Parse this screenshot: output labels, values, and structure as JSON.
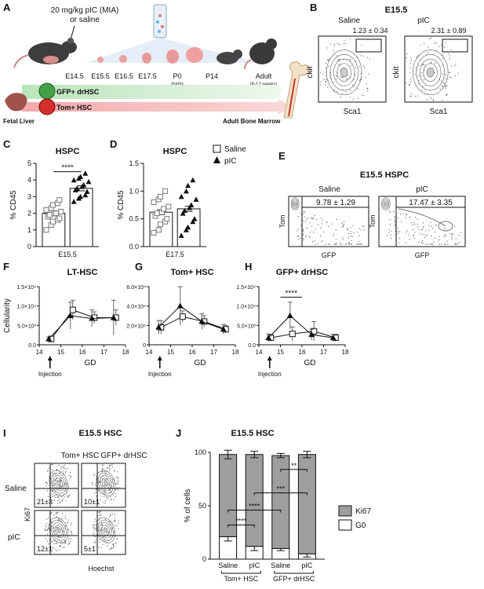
{
  "panels": {
    "A": "A",
    "B": "B",
    "C": "C",
    "D": "D",
    "E": "E",
    "F": "F",
    "G": "G",
    "H": "H",
    "I": "I",
    "J": "J"
  },
  "schematic": {
    "dose_line1": "20 mg/kg pIC (MIA)",
    "dose_line2": "or saline",
    "stages": [
      "E14.5",
      "E15.5",
      "E16.5",
      "E17.5",
      "P0",
      "P14",
      "Adult"
    ],
    "p0_note": "(birth)",
    "adult_note": "(8-12 weeks)",
    "lane_gfp": "GFP+ drHSC",
    "lane_tom": "Tom+ HSC",
    "fetal_liver": "Fetal Liver",
    "adult_marrow": "Adult Bone Marrow",
    "colors": {
      "gfp": "#4caf50",
      "tom": "#e53935",
      "gfp_band": "#cdeccd",
      "tom_band": "#f4b8b8"
    }
  },
  "panel_b": {
    "title": "E15.5",
    "plots": [
      {
        "label": "Saline",
        "gate_value": "1.23 ± 0.34"
      },
      {
        "label": "pIC",
        "gate_value": "2.31 ± 0.89"
      }
    ],
    "ylabel": "ckit",
    "xlabel": "Sca1"
  },
  "panel_e": {
    "title": "E15.5 HSPC",
    "plots": [
      {
        "label": "Saline",
        "gate_value": "9.78 ± 1.29"
      },
      {
        "label": "pIC",
        "gate_value": "17.47 ± 3.35"
      }
    ],
    "ylabel": "Tom",
    "xlabel": "GFP"
  },
  "panel_i": {
    "title": "E15.5 HSC",
    "columns": [
      "Tom+ HSC",
      "GFP+ drHSC"
    ],
    "rows": [
      "Saline",
      "pIC"
    ],
    "quadrant_values": [
      [
        "21±3",
        "10±1"
      ],
      [
        "12±1",
        "5±1"
      ]
    ],
    "ylabel": "Ki67",
    "xlabel": "Hoechst"
  },
  "legend_cd": {
    "saline": "Saline",
    "pic": "pIC"
  },
  "chart_data": [
    {
      "id": "C",
      "type": "bar",
      "title": "HSPC",
      "ylabel": "% CD45",
      "xlabel": "",
      "categories": [
        "E15.5"
      ],
      "ylim": [
        0,
        5
      ],
      "yticks": [
        0,
        1,
        2,
        3,
        4,
        5
      ],
      "series": [
        {
          "name": "Saline",
          "values": [
            2.0
          ],
          "points": [
            1.0,
            1.3,
            1.5,
            1.6,
            1.7,
            1.8,
            1.9,
            2.0,
            2.0,
            2.1,
            2.2,
            2.3,
            2.5,
            2.6,
            2.8
          ]
        },
        {
          "name": "pIC",
          "values": [
            3.5
          ],
          "points": [
            2.7,
            2.9,
            3.0,
            3.1,
            3.3,
            3.4,
            3.5,
            3.6,
            3.7,
            3.9,
            4.0,
            4.1,
            4.2,
            4.4
          ]
        }
      ],
      "significance": "****"
    },
    {
      "id": "D",
      "type": "bar",
      "title": "HSPC",
      "ylabel": "% CD45",
      "xlabel": "",
      "categories": [
        "E17.5"
      ],
      "ylim": [
        0,
        1.5
      ],
      "yticks": [
        0,
        0.5,
        1.0,
        1.5
      ],
      "series": [
        {
          "name": "Saline",
          "values": [
            0.62
          ],
          "points": [
            0.25,
            0.3,
            0.4,
            0.45,
            0.5,
            0.55,
            0.6,
            0.62,
            0.68,
            0.72,
            0.8,
            0.85,
            0.9,
            1.0
          ]
        },
        {
          "name": "pIC",
          "values": [
            0.68
          ],
          "points": [
            0.2,
            0.3,
            0.35,
            0.45,
            0.5,
            0.6,
            0.65,
            0.7,
            0.75,
            0.85,
            0.9,
            1.0,
            1.1,
            1.2
          ]
        }
      ]
    },
    {
      "id": "F",
      "type": "line",
      "title": "LT-HSC",
      "xlabel": "GD",
      "ylabel": "Cellularity",
      "xlim": [
        14,
        18
      ],
      "xticks": [
        14,
        15,
        16,
        17,
        18
      ],
      "ylim": [
        0,
        15000
      ],
      "yticks": [
        0,
        5000,
        10000,
        15000
      ],
      "ytick_labels": [
        "0.0",
        "5.0×10³",
        "1.0×10⁴",
        "1.5×10⁴"
      ],
      "series": [
        {
          "name": "Saline",
          "x": [
            14.5,
            15.5,
            16.5,
            17.5
          ],
          "y": [
            1500,
            9000,
            7000,
            7000
          ],
          "err": [
            500,
            2500,
            1500,
            2000
          ]
        },
        {
          "name": "pIC",
          "x": [
            14.5,
            15.5,
            16.5,
            17.5
          ],
          "y": [
            1500,
            7500,
            6800,
            7000
          ],
          "err": [
            500,
            3500,
            2200,
            4500
          ]
        }
      ],
      "annotation": "Injection"
    },
    {
      "id": "G",
      "type": "line",
      "title": "Tom+ HSC",
      "xlabel": "GD",
      "ylabel": "",
      "xlim": [
        14,
        18
      ],
      "xticks": [
        14,
        15,
        16,
        17,
        18
      ],
      "ylim": [
        0,
        60000
      ],
      "yticks": [
        0,
        20000,
        40000,
        60000
      ],
      "ytick_labels": [
        "0",
        "2.0×10⁴",
        "4.0×10⁴",
        "6.0×10⁴"
      ],
      "series": [
        {
          "name": "Saline",
          "x": [
            14.5,
            15.5,
            16.5,
            17.5
          ],
          "y": [
            18000,
            29000,
            24000,
            16000
          ],
          "err": [
            7000,
            6000,
            6000,
            4000
          ]
        },
        {
          "name": "pIC",
          "x": [
            14.5,
            15.5,
            16.5,
            17.5
          ],
          "y": [
            18000,
            40000,
            24000,
            16000
          ],
          "err": [
            7000,
            20000,
            8000,
            5000
          ]
        }
      ],
      "annotation": "Injection"
    },
    {
      "id": "H",
      "type": "line",
      "title": "GFP+ drHSC",
      "xlabel": "GD",
      "ylabel": "",
      "xlim": [
        14,
        18
      ],
      "xticks": [
        14,
        15,
        16,
        17,
        18
      ],
      "ylim": [
        0,
        15000
      ],
      "yticks": [
        0,
        5000,
        10000,
        15000
      ],
      "ytick_labels": [
        "0.0",
        "5.0×10³",
        "1.0×10⁴",
        "1.5×10⁴"
      ],
      "series": [
        {
          "name": "Saline",
          "x": [
            14.5,
            15.5,
            16.5,
            17.5
          ],
          "y": [
            1800,
            2800,
            3500,
            1800
          ],
          "err": [
            800,
            1800,
            2500,
            900
          ]
        },
        {
          "name": "pIC",
          "x": [
            14.5,
            15.5,
            16.5,
            17.5
          ],
          "y": [
            1800,
            7500,
            2600,
            1800
          ],
          "err": [
            1000,
            3500,
            1400,
            900
          ]
        }
      ],
      "significance": "****",
      "annotation": "Injection"
    },
    {
      "id": "J",
      "type": "bar",
      "title": "E15.5 HSC",
      "ylabel": "% of cells",
      "categories": [
        "Saline",
        "pIC",
        "Saline",
        "pIC"
      ],
      "groups": [
        "Tom+ HSC",
        "GFP+ drHSC"
      ],
      "ylim": [
        0,
        100
      ],
      "yticks": [
        0,
        50,
        100
      ],
      "series": [
        {
          "name": "G0",
          "values": [
            21,
            12,
            10,
            5
          ],
          "err": [
            4,
            4,
            2,
            3
          ],
          "color": "#ffffff"
        },
        {
          "name": "Ki67",
          "values": [
            77,
            86,
            87,
            93
          ],
          "err": [
            4,
            3,
            2,
            3
          ],
          "color": "#9e9e9e"
        }
      ],
      "comparisons": [
        {
          "from": 0,
          "to": 1,
          "label": "****"
        },
        {
          "from": 0,
          "to": 2,
          "label": "****"
        },
        {
          "from": 1,
          "to": 3,
          "label": "***"
        },
        {
          "from": 2,
          "to": 3,
          "label": "**"
        }
      ]
    }
  ]
}
